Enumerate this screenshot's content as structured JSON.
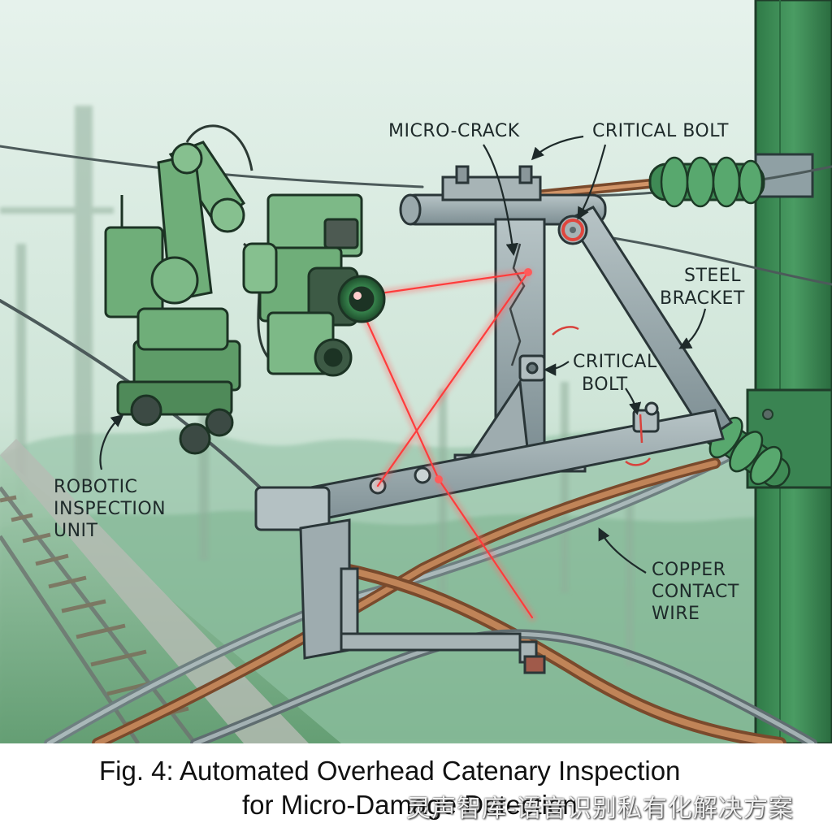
{
  "labels": {
    "micro_crack": "MICRO-CRACK",
    "critical_bolt_top": "CRITICAL BOLT",
    "steel_bracket_1": "STEEL",
    "steel_bracket_2": "BRACKET",
    "critical_bolt_mid_1": "CRITICAL",
    "critical_bolt_mid_2": "BOLT",
    "robotic_1": "ROBOTIC",
    "robotic_2": "INSPECTION",
    "robotic_3": "UNIT",
    "copper_1": "COPPER",
    "copper_2": "CONTACT",
    "copper_3": "WIRE"
  },
  "caption": {
    "line1": "Fig. 4: Automated Overhead Catenary Inspection",
    "line2": "for Micro-Damage Detection"
  },
  "watermark": "灵声智库-语音识别私有化解决方案",
  "colors": {
    "sky": "#dfeee6",
    "fog_green": "#9cc7ad",
    "pole_green": "#3f8f5a",
    "robot_green": "#6fae79",
    "steel": "#8fa0a4",
    "copper": "#b87a52",
    "laser": "#ff4a4a",
    "label_ink": "#1e2a2a"
  }
}
